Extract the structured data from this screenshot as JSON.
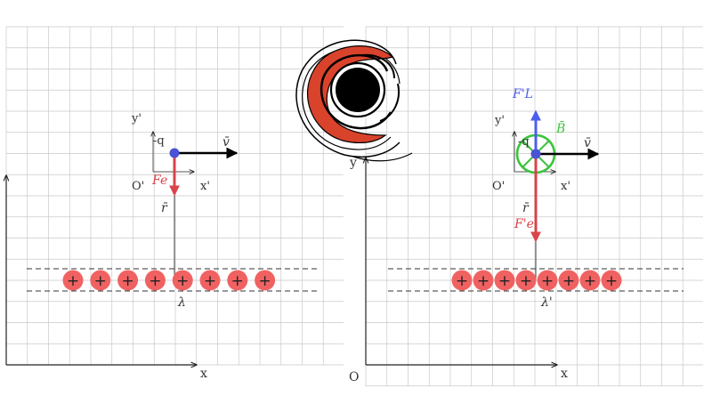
{
  "left_panel": {
    "axis_x": "x",
    "axis_y": "",
    "frame_origin": "O'",
    "frame_x": "x'",
    "frame_y": "y'",
    "charge": "-q",
    "velocity": "v̄",
    "force_e": "Fe",
    "distance": "r̄",
    "line_density": "λ",
    "positive_charges": [
      "+",
      "+",
      "+",
      "+",
      "+",
      "+",
      "+",
      "+"
    ]
  },
  "right_panel": {
    "origin": "O",
    "axis_x": "x",
    "axis_y": "y",
    "frame_origin": "O'",
    "frame_x": "x'",
    "frame_y": "y'",
    "charge": "-q",
    "velocity": "v̄",
    "force_e": "F'e",
    "force_l": "F'L",
    "magnetic_field": "B̄",
    "distance": "r̄",
    "line_density": "λ'",
    "positive_charges": [
      "+",
      "+",
      "+",
      "+",
      "+",
      "+",
      "+",
      "+"
    ]
  },
  "colors": {
    "grid": "#c9c9c9",
    "charge_fill": "#f06262",
    "electric_force": "#d8444a",
    "lorentz_force": "#4c5ef0",
    "magnetic_field": "#3cc43c",
    "particle": "#4a52d6",
    "black_hole_ring": "#d9432c"
  },
  "icons": [
    "black-hole-icon"
  ]
}
